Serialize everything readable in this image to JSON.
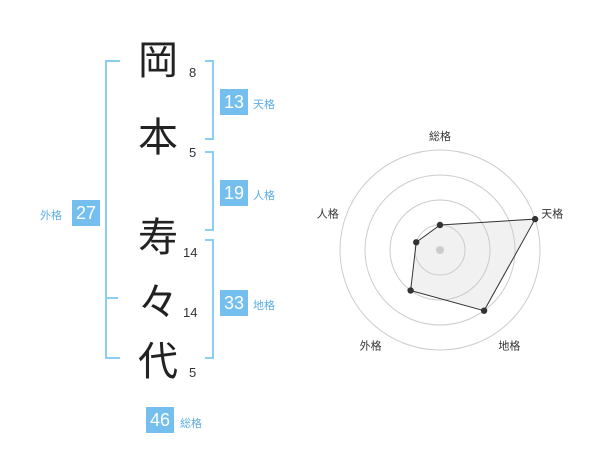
{
  "name_chars": [
    "岡",
    "本",
    "寿",
    "々",
    "代"
  ],
  "strokes": [
    "8",
    "5",
    "14",
    "14",
    "5"
  ],
  "fortunes": {
    "tenkaku": {
      "label": "天格",
      "value": "13"
    },
    "jinkaku": {
      "label": "人格",
      "value": "19"
    },
    "chikaku": {
      "label": "地格",
      "value": "33"
    },
    "gaikaku": {
      "label": "外格",
      "value": "27"
    },
    "soukaku": {
      "label": "総格",
      "value": "46"
    }
  },
  "radar": {
    "axes": [
      "総格",
      "天格",
      "地格",
      "外格",
      "人格"
    ],
    "levels": 4,
    "values": [
      1,
      4,
      3,
      2,
      1
    ]
  },
  "colors": {
    "accent": "#74bfee",
    "bracket": "#8ccdf2"
  }
}
